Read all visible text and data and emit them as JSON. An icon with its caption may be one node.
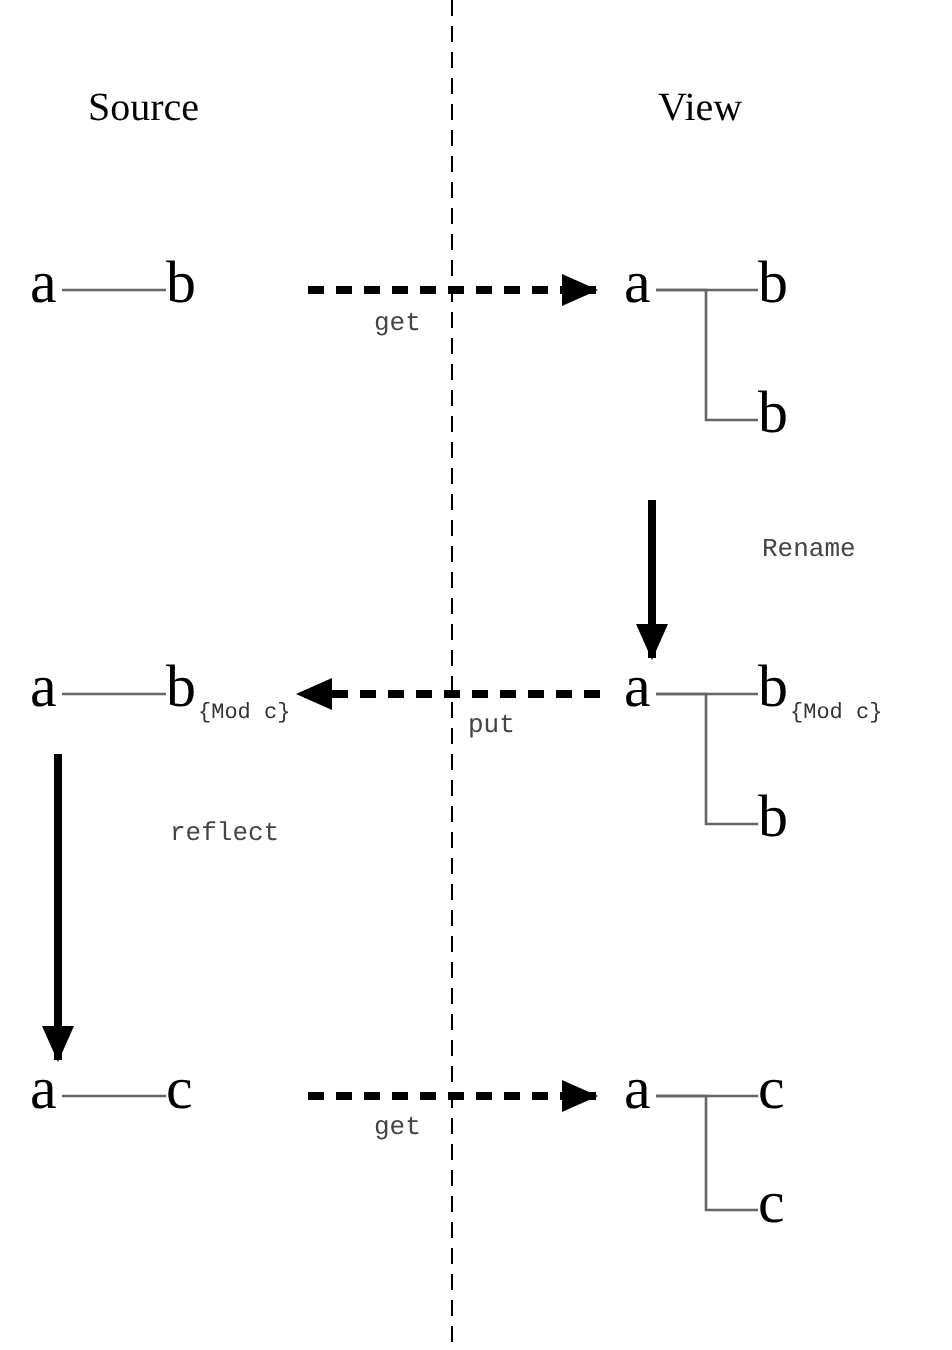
{
  "diagram": {
    "nodes": [
      {
        "text": [
          "a"
        ]
      },
      {
        "text": [
          "b"
        ]
      },
      {
        "text": [
          "a"
        ]
      },
      {
        "text": [
          "b"
        ]
      },
      {
        "text": [
          "b"
        ]
      },
      {
        "text": [
          "a"
        ]
      },
      {
        "text": [
          "b"
        ],
        "beside": [
          "{Mod c}"
        ]
      },
      {
        "text": [
          "a"
        ]
      },
      {
        "text": [
          "b"
        ],
        "beside": [
          "{Mod c}"
        ]
      },
      {
        "text": [
          "b"
        ]
      },
      {
        "text": [
          "a"
        ]
      },
      {
        "text": [
          "c"
        ]
      },
      {
        "text": [
          "a"
        ]
      },
      {
        "text": [
          "c"
        ]
      },
      {
        "text": [
          "c"
        ]
      }
    ],
    "edges": [
      {
        "from": 0,
        "to": 1,
        "arrow": "none"
      },
      {
        "from": 2,
        "to": 3,
        "arrow": "none"
      },
      {
        "from": 2,
        "to": 4,
        "arrow": "none"
      },
      {
        "from": 1,
        "to": 2,
        "arrow": "to",
        "label": "get",
        "style": "dashed",
        "color": "#000000"
      },
      {
        "from": null,
        "to": 7,
        "arrow": "to",
        "label": "Rename",
        "style": "thick",
        "color": "#000000"
      },
      {
        "from": 5,
        "to": 6,
        "arrow": "none"
      },
      {
        "from": 7,
        "to": 6,
        "arrow": "to",
        "label": "put",
        "style": "dashed",
        "color": "#000000"
      },
      {
        "from": 7,
        "to": 8,
        "arrow": "none"
      },
      {
        "from": 7,
        "to": 9,
        "arrow": "none"
      },
      {
        "from": null,
        "to": 10,
        "arrow": "to",
        "label": "reflect",
        "style": "thick",
        "color": "#000000"
      },
      {
        "from": 10,
        "to": 11,
        "arrow": "none"
      },
      {
        "from": 11,
        "to": 12,
        "arrow": "to",
        "label": "get",
        "style": "dashed",
        "color": "#000000"
      },
      {
        "from": 12,
        "to": 13,
        "arrow": "none"
      },
      {
        "from": 12,
        "to": 14,
        "arrow": "none"
      }
    ],
    "labels": [
      "Source",
      "View"
    ]
  }
}
